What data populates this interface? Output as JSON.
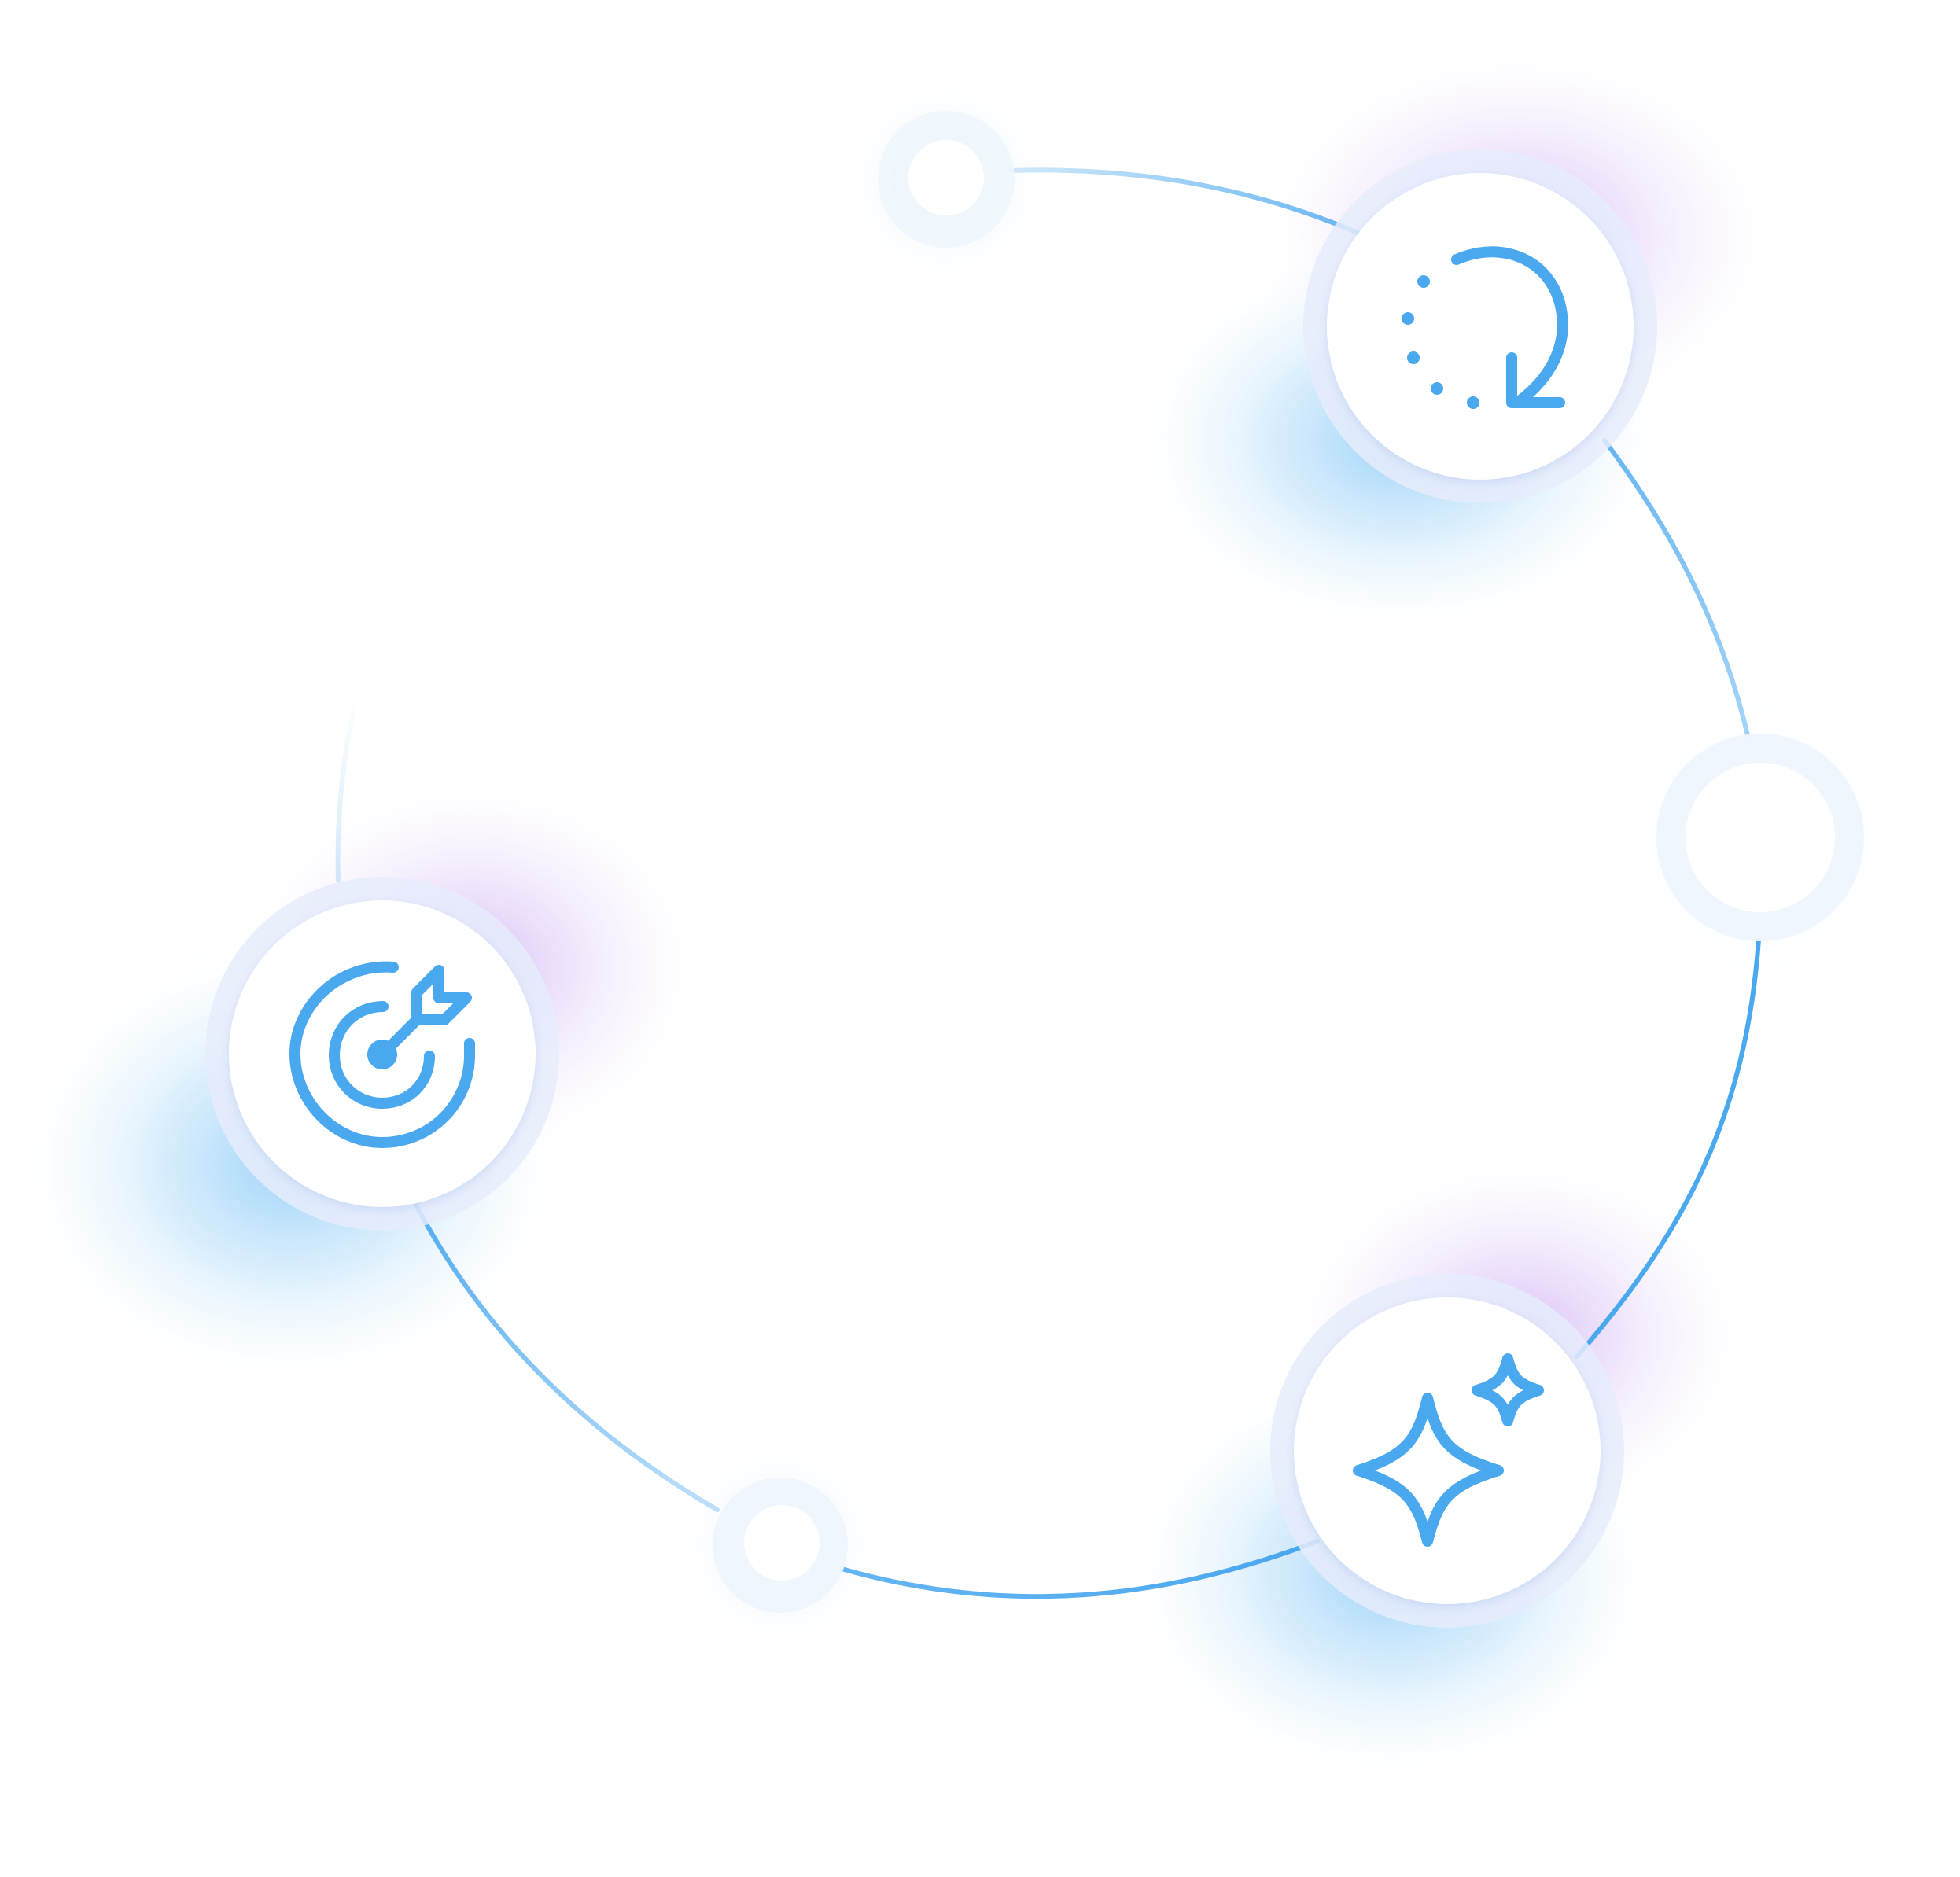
{
  "diagram": {
    "type": "circular-cycle",
    "colors": {
      "accent": "#4aa8ef",
      "ring_faint": "#cfe6fb",
      "glow_blue": "#8fcdf7",
      "glow_purple": "#c8a7f0",
      "node_fill": "#ffffff",
      "small_node_ring": "#eef6fd"
    },
    "nodes": [
      {
        "id": "node-refresh",
        "icon": "refresh-icon",
        "kind": "primary"
      },
      {
        "id": "node-sparkles",
        "icon": "sparkles-icon",
        "kind": "primary"
      },
      {
        "id": "node-target",
        "icon": "target-icon",
        "kind": "primary"
      },
      {
        "id": "node-top-small",
        "icon": "",
        "kind": "minor"
      },
      {
        "id": "node-right-small",
        "icon": "",
        "kind": "minor"
      },
      {
        "id": "node-bottom-small",
        "icon": "",
        "kind": "minor"
      }
    ]
  }
}
